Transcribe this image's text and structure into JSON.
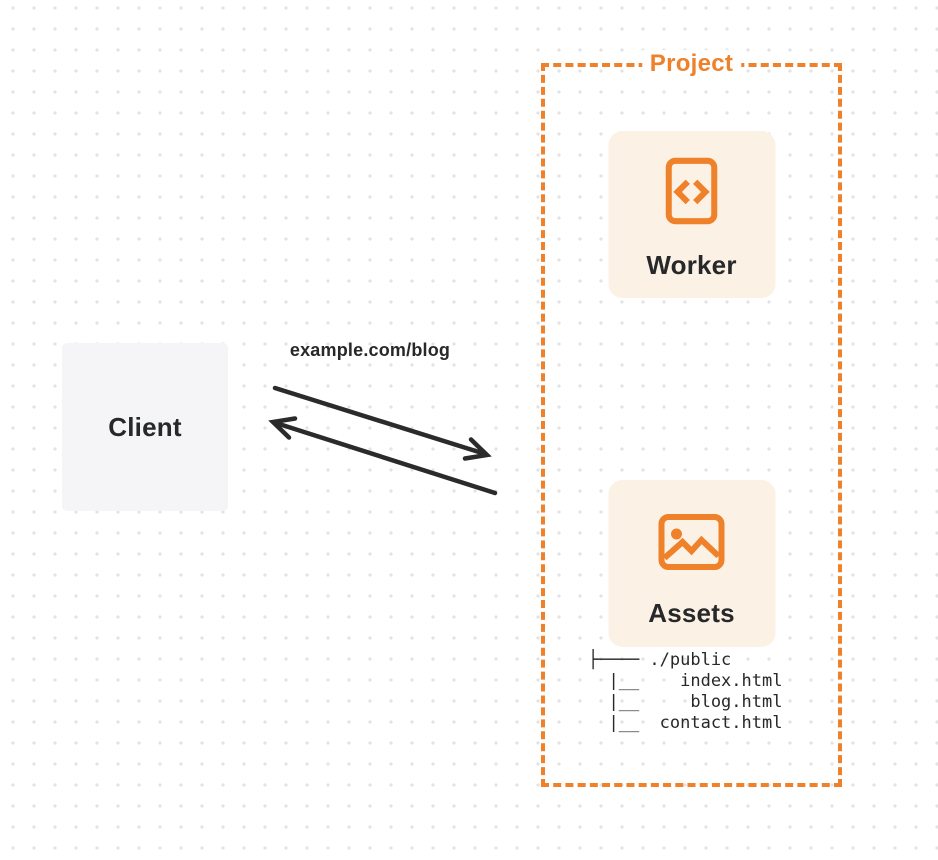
{
  "colors": {
    "accent": "#EE8129",
    "card-bg": "#FCF1E5",
    "client-bg": "#F5F5F7",
    "ink": "#26282A",
    "dot": "#E3E3E6",
    "arrow": "#2B2B2B"
  },
  "project": {
    "label": "Project"
  },
  "client": {
    "label": "Client"
  },
  "request": {
    "label": "example.com/blog"
  },
  "worker": {
    "label": "Worker",
    "icon": "code-file-icon"
  },
  "assets": {
    "label": "Assets",
    "icon": "image-icon"
  },
  "file_tree": {
    "text": "├──── ./public\n  |__    index.html\n  |__     blog.html\n  |__  contact.html"
  }
}
